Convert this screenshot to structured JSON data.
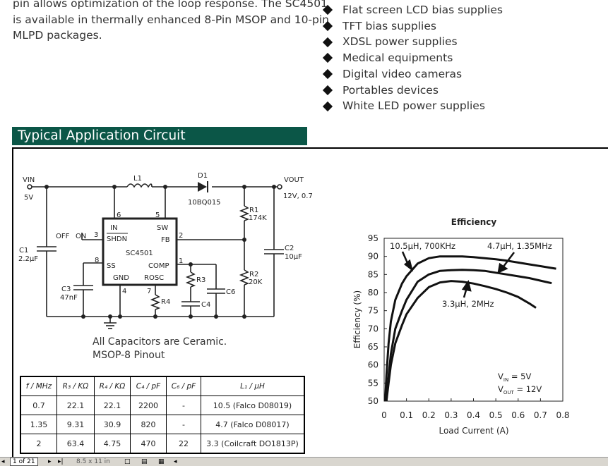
{
  "intro_lines": [
    "pin allows optimization of the loop response. The SC4501",
    "is available in thermally enhanced 8-Pin MSOP and 10-pin",
    "MLPD packages."
  ],
  "applications": [
    "Flat screen LCD bias supplies",
    "TFT bias supplies",
    "XDSL power supplies",
    "Medical equipments",
    "Digital video cameras",
    "Portables devices",
    "White LED power supplies"
  ],
  "section_title": "Typical Application Circuit",
  "circuit": {
    "vin": "VIN",
    "vin_value": "5V",
    "vout": "VOUT",
    "vout_value": "12V, 0.7",
    "l1": "L1",
    "d1": "D1",
    "d1_part": "10BQ015",
    "r1": "R1",
    "r1_value": "174K",
    "r2": "R2",
    "r2_value": "20K",
    "c1": "C1",
    "c1_value": "2.2µF",
    "c2": "C2",
    "c2_value": "10µF",
    "c3": "C3",
    "c3_value": "47nF",
    "c4": "C4",
    "c6": "C6",
    "r3": "R3",
    "r4": "R4",
    "off": "OFF",
    "on": "ON",
    "ic_name": "SC4501",
    "pins": {
      "in": "IN",
      "sw": "SW",
      "shdn": "SHDN",
      "fb": "FB",
      "ss": "SS",
      "comp": "COMP",
      "gnd": "GND",
      "rosc": "ROSC",
      "p1": "1",
      "p2": "2",
      "p3": "3",
      "p4": "4",
      "p5": "5",
      "p6": "6",
      "p7": "7",
      "p8": "8"
    }
  },
  "note_lines": [
    "All Capacitors are Ceramic.",
    "MSOP-8 Pinout"
  ],
  "table": {
    "headers": [
      "f / MHz",
      "R₃ / KΩ",
      "R₄ / KΩ",
      "C₄ / pF",
      "C₆ / pF",
      "L₁ / µH"
    ],
    "rows": [
      [
        "0.7",
        "22.1",
        "22.1",
        "2200",
        "-",
        "10.5 (Falco D08019)"
      ],
      [
        "1.35",
        "9.31",
        "30.9",
        "820",
        "-",
        "4.7 (Falco D08017)"
      ],
      [
        "2",
        "63.4",
        "4.75",
        "470",
        "22",
        "3.3 (Coilcraft DO1813P)"
      ]
    ]
  },
  "chart_data": {
    "type": "line",
    "title": "Efficiency",
    "xlabel": "Load Current (A)",
    "ylabel": "Efficiency (%)",
    "xlim": [
      0,
      0.8
    ],
    "ylim": [
      50,
      95
    ],
    "xticks": [
      "0",
      "0.1",
      "0.2",
      "0.3",
      "0.4",
      "0.5",
      "0.6",
      "0.7",
      "0.8"
    ],
    "yticks": [
      "50",
      "55",
      "60",
      "65",
      "70",
      "75",
      "80",
      "85",
      "90",
      "95"
    ],
    "grid": false,
    "series": [
      {
        "name": "10.5µH, 700KHz",
        "x": [
          0.005,
          0.01,
          0.02,
          0.03,
          0.05,
          0.08,
          0.1,
          0.15,
          0.2,
          0.25,
          0.3,
          0.35,
          0.4,
          0.45,
          0.5,
          0.55,
          0.6,
          0.65,
          0.7,
          0.75,
          0.77
        ],
        "values": [
          50,
          57,
          66,
          72,
          78,
          82.5,
          84.5,
          88,
          89.5,
          90,
          90,
          90,
          89.8,
          89.5,
          89.2,
          88.8,
          88.3,
          87.8,
          87.3,
          86.8,
          86.6
        ]
      },
      {
        "name": "4.7µH, 1.35MHz",
        "x": [
          0.01,
          0.02,
          0.03,
          0.05,
          0.08,
          0.1,
          0.15,
          0.2,
          0.25,
          0.3,
          0.35,
          0.4,
          0.45,
          0.5,
          0.55,
          0.6,
          0.65,
          0.7,
          0.75
        ],
        "values": [
          50,
          57,
          63,
          70,
          75,
          78,
          83,
          85,
          86,
          86.2,
          86.3,
          86.2,
          86,
          85.5,
          85,
          84.5,
          84,
          83.3,
          82.6
        ]
      },
      {
        "name": "3.3µH, 2MHz",
        "x": [
          0.01,
          0.02,
          0.03,
          0.05,
          0.08,
          0.1,
          0.15,
          0.2,
          0.25,
          0.3,
          0.35,
          0.4,
          0.45,
          0.5,
          0.55,
          0.6,
          0.65,
          0.68
        ],
        "values": [
          50,
          55,
          60,
          66,
          71,
          74,
          78.5,
          81.5,
          82.8,
          83.2,
          83,
          82.5,
          81.8,
          81,
          80,
          78.8,
          77,
          75.8
        ]
      }
    ],
    "annotations": [
      {
        "text": "10.5µH, 700KHz"
      },
      {
        "text": "4.7µH, 1.35MHz"
      },
      {
        "text": "3.3µH, 2MHz"
      }
    ],
    "conditions": {
      "vin": "V",
      "vin_sub": "IN",
      "vin_val": " = 5V",
      "vout": "V",
      "vout_sub": "OUT",
      "vout_val": " = 12V"
    }
  },
  "status": {
    "page": "1 of 21",
    "size": "8.5 x 11 in"
  }
}
